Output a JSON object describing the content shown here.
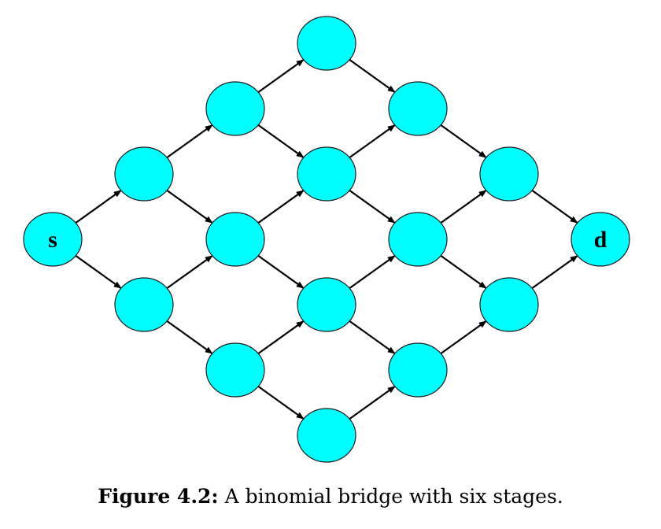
{
  "diagram": {
    "source_label": "s",
    "sink_label": "d"
  },
  "caption": {
    "label": "Figure 4.2:",
    "text": "A binomial bridge with six stages."
  },
  "colors": {
    "node_fill": "#00ffff",
    "node_stroke": "#1a1a1a",
    "edge": "#000000"
  }
}
